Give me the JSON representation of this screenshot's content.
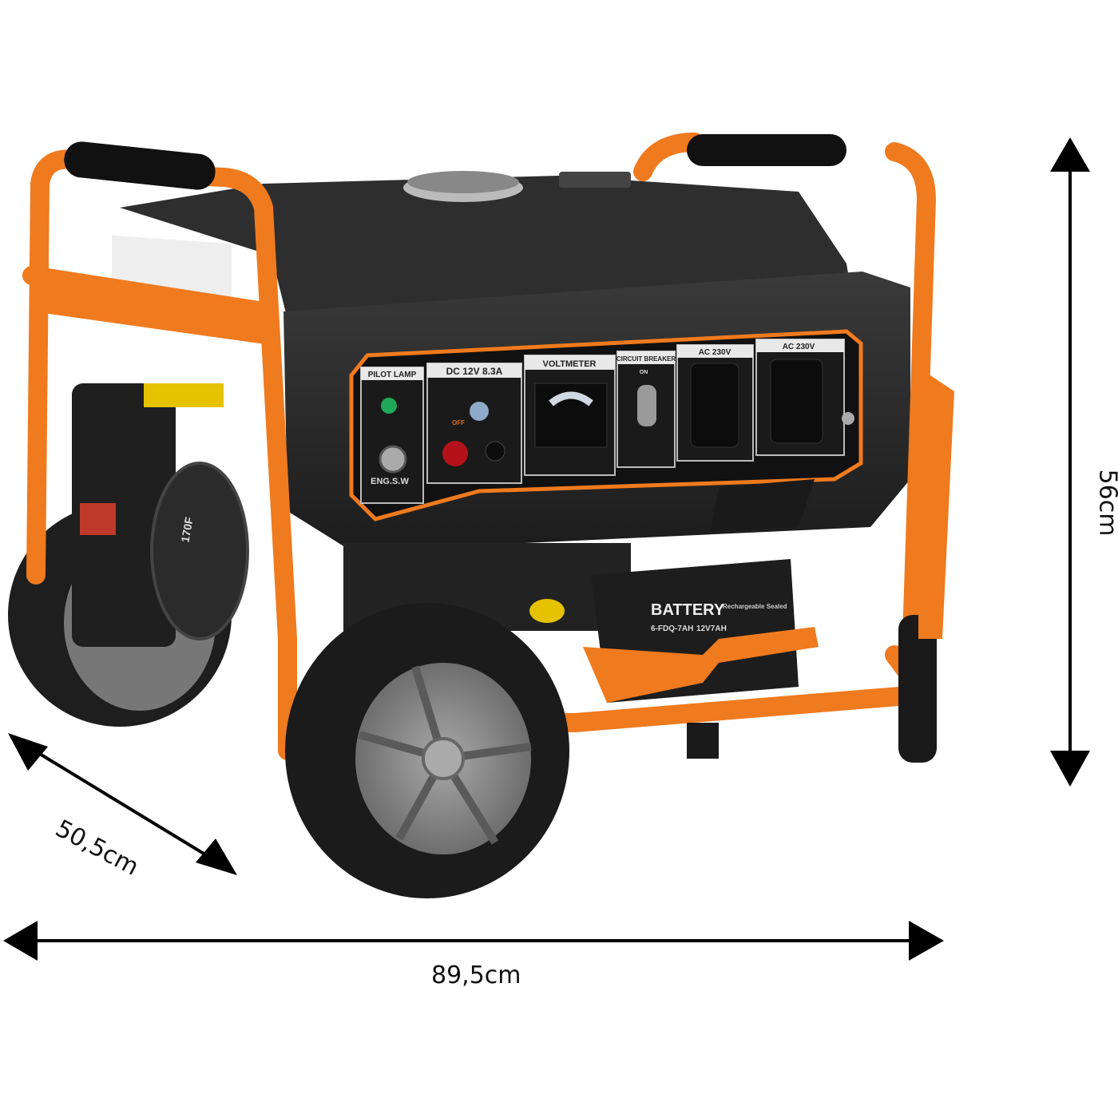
{
  "dimensions": {
    "height": "56cm",
    "depth": "50,5cm",
    "width": "89,5cm"
  },
  "panel": {
    "labels": [
      "PILOT LAMP",
      "DC 12V 8.3A",
      "VOLTMETER",
      "CIRCUIT BREAKER",
      "AC 230V",
      "AC 230V"
    ],
    "switch_label": "ENG.S.W",
    "on": "ON",
    "off": "OFF"
  },
  "engine_label": "170F",
  "battery": {
    "title": "BATTERY",
    "model": "6-FDQ-7AH",
    "spec": "12V7AH",
    "note": "Rechargeable Sealed"
  },
  "colors": {
    "frame": "#f07a1e",
    "body": "#2a2a2a",
    "arrow": "#000000"
  }
}
